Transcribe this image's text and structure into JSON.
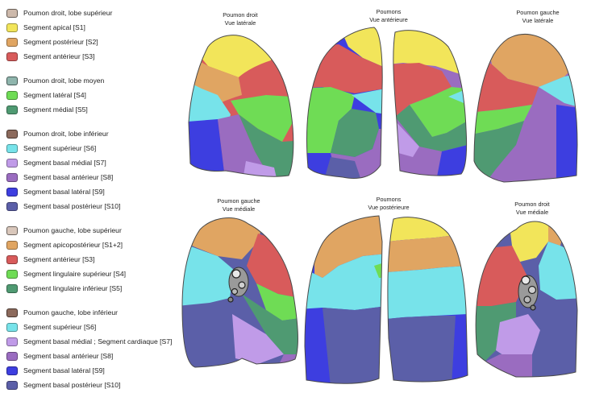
{
  "legend": [
    {
      "header": {
        "label": "Poumon droit, lobe supérieur",
        "color": "#cdb9ab"
      },
      "items": [
        {
          "label": "Segment apical [S1]",
          "color": "#f2e55a"
        },
        {
          "label": "Segment postérieur [S2]",
          "color": "#e0a562"
        },
        {
          "label": "Segment antérieur [S3]",
          "color": "#d85b5b"
        }
      ]
    },
    {
      "header": {
        "label": "Poumon droit, lobe moyen",
        "color": "#8fb5ad"
      },
      "items": [
        {
          "label": "Segment latéral [S4]",
          "color": "#6fdc55"
        },
        {
          "label": "Segment médial [S5]",
          "color": "#4f9a72"
        }
      ]
    },
    {
      "header": {
        "label": "Poumon droit, lobe inférieur",
        "color": "#8c6a5c"
      },
      "items": [
        {
          "label": "Segment supérieur [S6]",
          "color": "#77e3ea"
        },
        {
          "label": "Segment basal médial [S7]",
          "color": "#c09be8"
        },
        {
          "label": "Segment basal antérieur [S8]",
          "color": "#9a6cc0"
        },
        {
          "label": "Segment basal latéral [S9]",
          "color": "#3d3ee0"
        },
        {
          "label": "Segment basal postérieur [S10]",
          "color": "#5b5fa8"
        }
      ]
    },
    {
      "header": {
        "label": "Poumon gauche, lobe supérieur",
        "color": "#d9c7bb"
      },
      "items": [
        {
          "label": "Segment apicopostérieur [S1+2]",
          "color": "#e0a562"
        },
        {
          "label": "Segment antérieur [S3]",
          "color": "#d85b5b"
        },
        {
          "label": "Segment lingulaire supérieur [S4]",
          "color": "#6fdc55"
        },
        {
          "label": "Segment lingulaire inférieur [S5]",
          "color": "#4f9a72"
        }
      ]
    },
    {
      "header": {
        "label": "Poumon gauche, lobe inférieur",
        "color": "#8c6a5c"
      },
      "items": [
        {
          "label": "Segment supérieur [S6]",
          "color": "#77e3ea"
        },
        {
          "label": "Segment basal médial ; Segment cardiaque [S7]",
          "color": "#c09be8"
        },
        {
          "label": "Segment basal antérieur [S8]",
          "color": "#9a6cc0"
        },
        {
          "label": "Segment basal latéral [S9]",
          "color": "#3d3ee0"
        },
        {
          "label": "Segment basal postérieur [S10]",
          "color": "#5b5fa8"
        }
      ]
    }
  ],
  "views": {
    "v1": {
      "line1": "Poumon droit",
      "line2": "Vue latérale"
    },
    "v2": {
      "line1": "Poumons",
      "line2": "Vue antérieure"
    },
    "v3": {
      "line1": "Poumon gauche",
      "line2": "Vue latérale"
    },
    "v4": {
      "line1": "Poumon gauche",
      "line2": "Vue médiale"
    },
    "v5": {
      "line1": "Poumons",
      "line2": "Vue postérieure"
    },
    "v6": {
      "line1": "Poumon droit",
      "line2": "Vue médiale"
    }
  },
  "colors": {
    "apical": "#f2e55a",
    "posterior": "#e0a562",
    "anterior": "#d85b5b",
    "lateral_s4": "#6fdc55",
    "medial_s5": "#4f9a72",
    "superior_s6": "#77e3ea",
    "basal_medial": "#c09be8",
    "basal_anterior": "#9a6cc0",
    "basal_lateral": "#3d3ee0",
    "basal_posterior": "#5b5fa8",
    "hilum": "#9a9a9a",
    "outline": "#4a4a4a"
  }
}
